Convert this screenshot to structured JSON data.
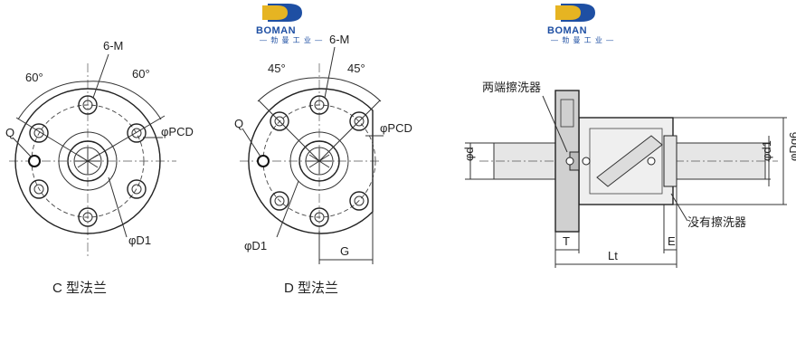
{
  "logo": {
    "brand": "BOMAN",
    "subtitle": "— 勃 曼 工 业 —",
    "colors": {
      "gold": "#e6b422",
      "blue": "#1e4fa3"
    }
  },
  "left_view": {
    "caption": "C 型法兰",
    "holes_label": "6-M",
    "angle_left": "60°",
    "angle_right": "60°",
    "q_label": "Q",
    "pcd_label": "φPCD",
    "d1_label": "φD1"
  },
  "middle_view": {
    "caption": "D 型法兰",
    "holes_label": "6-M",
    "angle_left": "45°",
    "angle_right": "45°",
    "q_label": "Q",
    "pcd_label": "φPCD",
    "d1_label": "φD1",
    "g_label": "G"
  },
  "side_view": {
    "wiper_both_label": "两端擦洗器",
    "no_wiper_label": "没有擦洗器",
    "d_label": "φd",
    "d1_label": "φd1",
    "dg6_label": "φDg6",
    "t_label": "T",
    "lt_label": "Lt",
    "e_label": "E"
  }
}
